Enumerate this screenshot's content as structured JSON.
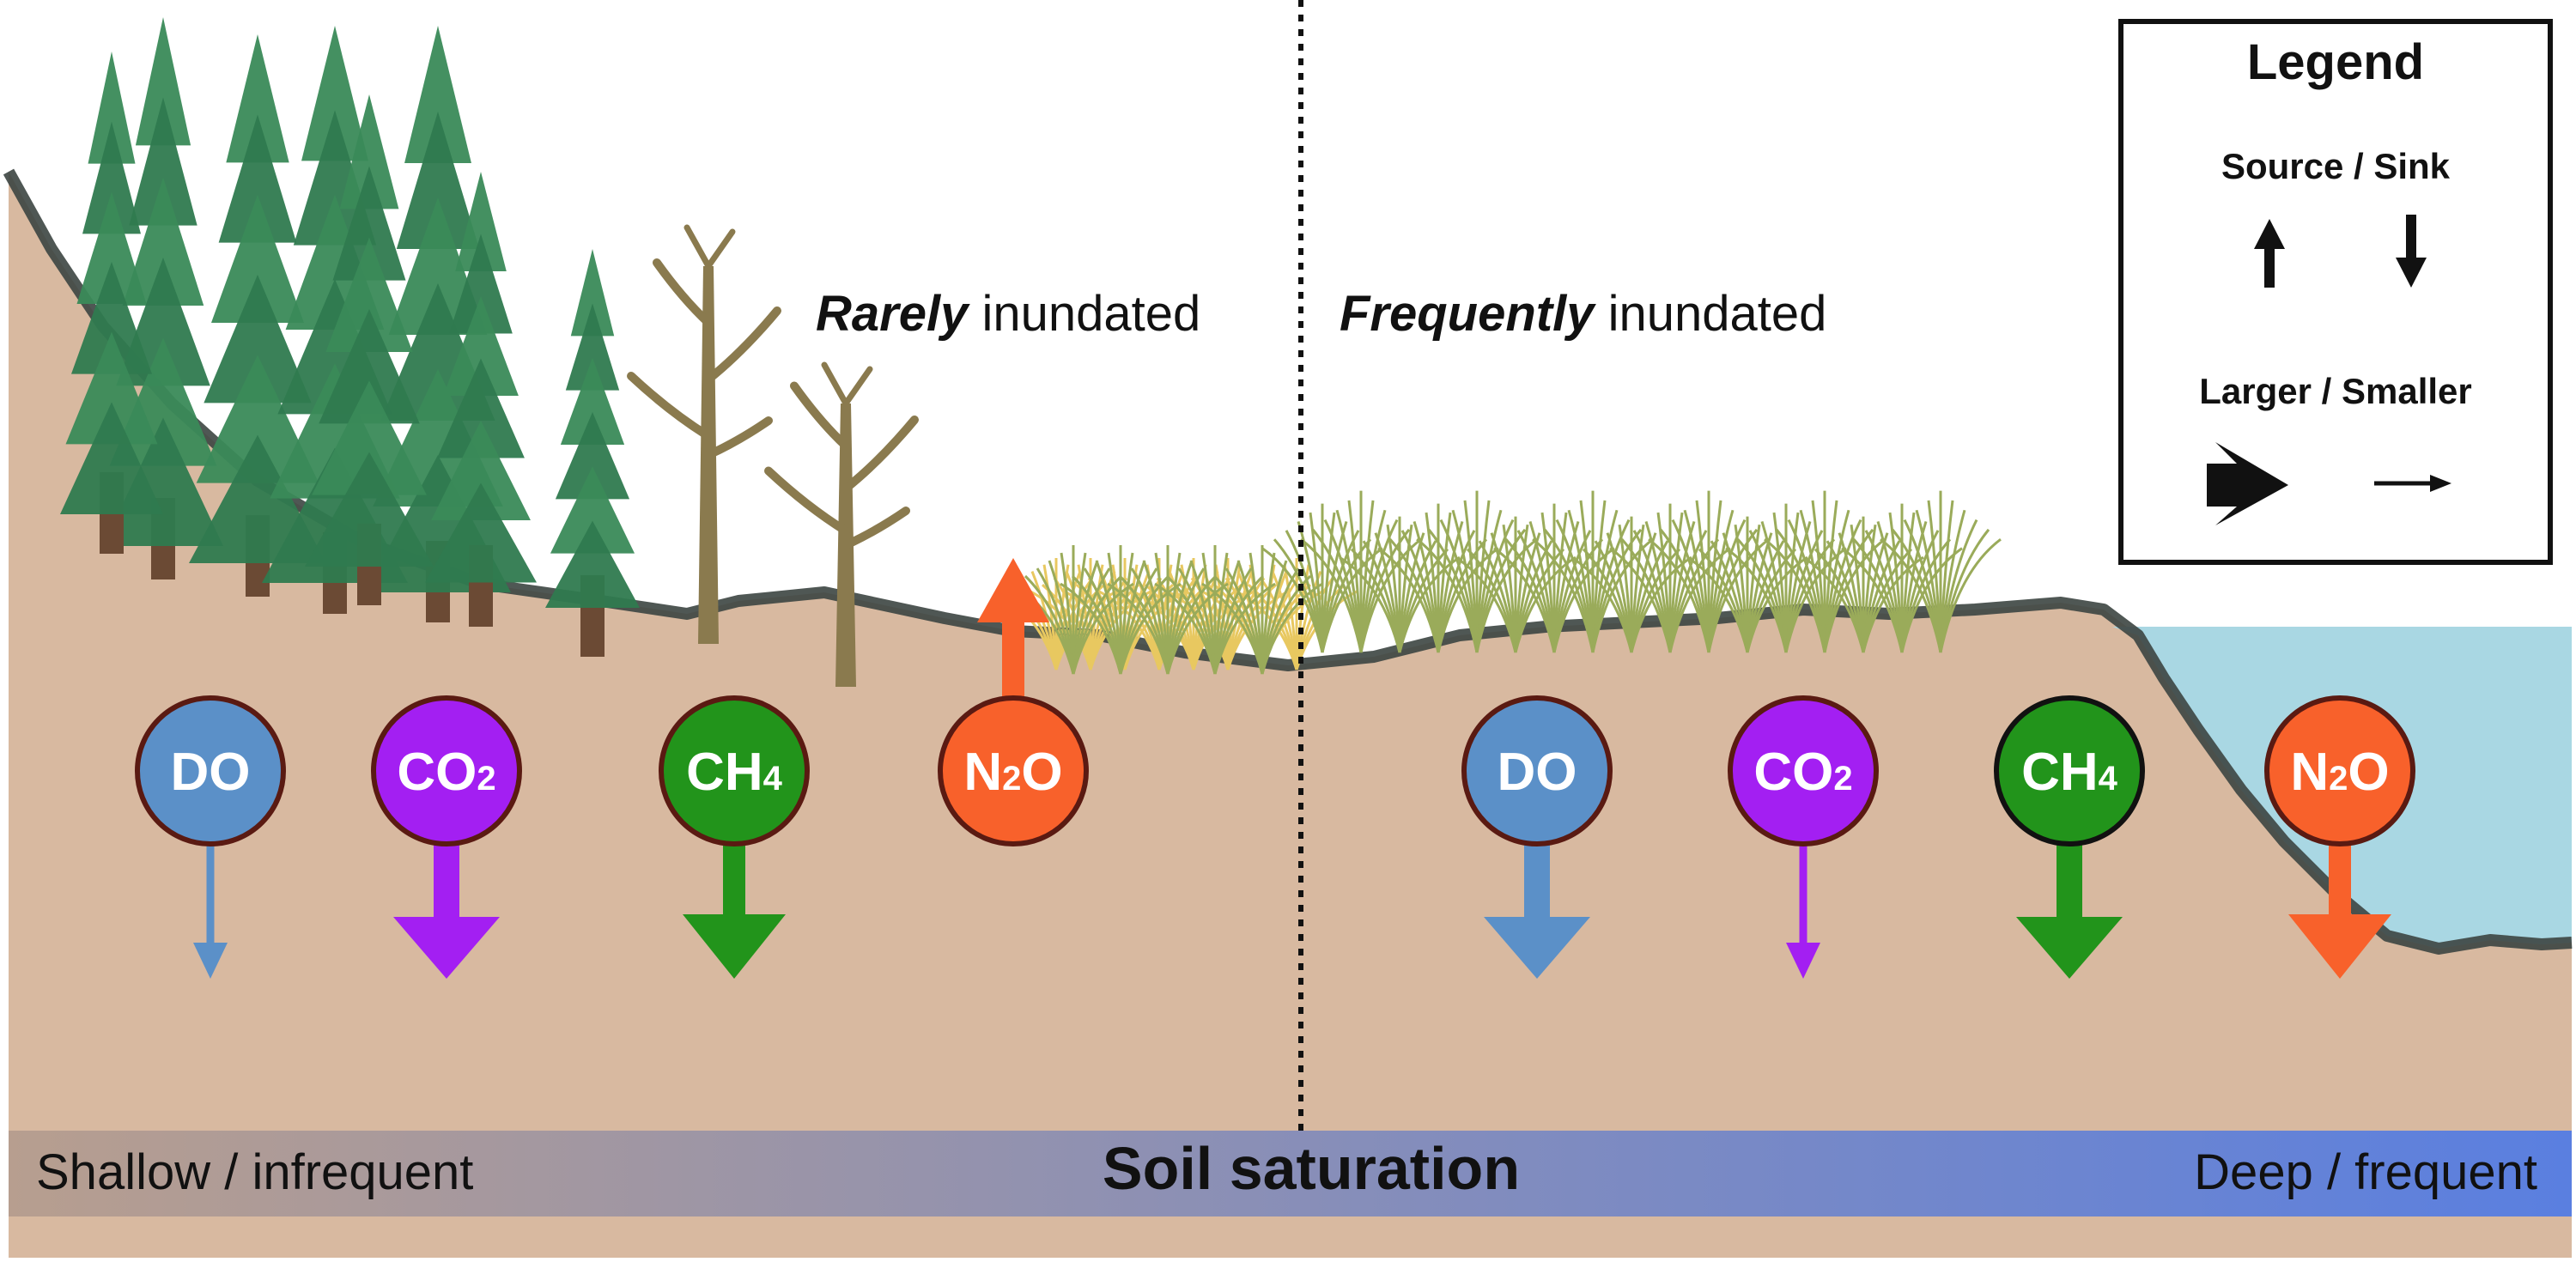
{
  "regions": {
    "left": {
      "emph": "Rarely",
      "rest": " inundated"
    },
    "right": {
      "emph": "Frequently",
      "rest": " inundated"
    }
  },
  "legend": {
    "title": "Legend",
    "direction_label": "Source / Sink",
    "magnitude_label": "Larger / Smaller",
    "icons": [
      "arrow-up-icon",
      "arrow-down-icon",
      "large-arrow-right-icon",
      "small-arrow-right-icon"
    ]
  },
  "gradient_bar": {
    "left_label": "Shallow / infrequent",
    "center_label": "Soil saturation",
    "right_label": "Deep / frequent",
    "colors": [
      "#b79e8f",
      "#5a7fe0"
    ]
  },
  "gas_groups": [
    {
      "zone": "rarely inundated",
      "gases": [
        {
          "label": "DO",
          "base": "DO",
          "sub": "",
          "direction": "sink",
          "magnitude": "small",
          "color": "#5b90c8"
        },
        {
          "label": "CO2",
          "base": "CO",
          "sub": "2",
          "direction": "sink",
          "magnitude": "large",
          "color": "#a31ff2"
        },
        {
          "label": "CH4",
          "base": "CH",
          "sub": "4",
          "direction": "sink",
          "magnitude": "medium",
          "color": "#22941b"
        },
        {
          "label": "N2O",
          "base": "N",
          "sub": "2",
          "tail": "O",
          "direction": "source",
          "magnitude": "medium",
          "color": "#f8612b"
        }
      ]
    },
    {
      "zone": "frequently inundated",
      "gases": [
        {
          "label": "DO",
          "base": "DO",
          "sub": "",
          "direction": "sink",
          "magnitude": "large",
          "color": "#5b90c8"
        },
        {
          "label": "CO2",
          "base": "CO",
          "sub": "2",
          "direction": "sink",
          "magnitude": "small",
          "color": "#a31ff2"
        },
        {
          "label": "CH4",
          "base": "CH",
          "sub": "4",
          "direction": "sink",
          "magnitude": "large",
          "color": "#22941b"
        },
        {
          "label": "N2O",
          "base": "N",
          "sub": "2",
          "tail": "O",
          "direction": "sink",
          "magnitude": "medium",
          "color": "#f8612b"
        }
      ]
    }
  ],
  "colors": {
    "soil": "#d8b9a0",
    "water": "#a9d7e3",
    "surface_line": "#3c4541",
    "tree": "#2f7a4f",
    "dead_tree": "#8a7a4e",
    "grass": "#9aab5a",
    "dry_grass": "#e8c860"
  }
}
